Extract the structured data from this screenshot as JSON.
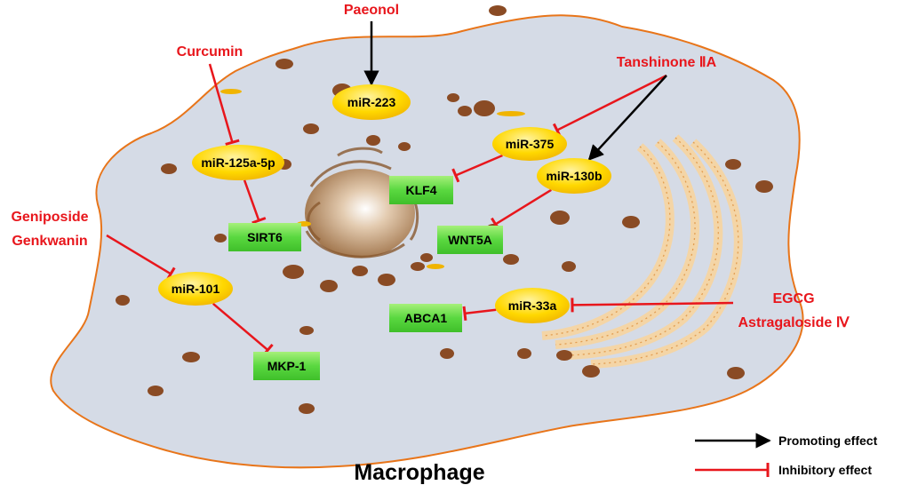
{
  "title": "Macrophage",
  "colors": {
    "cell_fill": "#d5dbe6",
    "cell_stroke": "#e8751a",
    "mirna_fill": "#ffd800",
    "gene_fill": "#53d93a",
    "inhibit": "#e8161c",
    "promote": "#000000",
    "nucleus": "#b8926b",
    "granule": "#8a4b24",
    "er": "#f3c98a"
  },
  "drugs": [
    {
      "id": "paeonol",
      "label": "Paeonol"
    },
    {
      "id": "curcumin",
      "label": "Curcumin"
    },
    {
      "id": "tanshinone",
      "label": "Tanshinone ⅡA"
    },
    {
      "id": "geniposide",
      "label": "Geniposide"
    },
    {
      "id": "genkwanin",
      "label": "Genkwanin"
    },
    {
      "id": "egcg",
      "label": "EGCG"
    },
    {
      "id": "astragaloside",
      "label": "Astragaloside Ⅳ"
    }
  ],
  "mirnas": [
    {
      "id": "mir223",
      "label": "miR-223"
    },
    {
      "id": "mir125",
      "label": "miR-125a-5p"
    },
    {
      "id": "mir375",
      "label": "miR-375"
    },
    {
      "id": "mir130b",
      "label": "miR-130b"
    },
    {
      "id": "mir101",
      "label": "miR-101"
    },
    {
      "id": "mir33a",
      "label": "miR-33a"
    }
  ],
  "genes": [
    {
      "id": "klf4",
      "label": "KLF4"
    },
    {
      "id": "sirt6",
      "label": "SIRT6"
    },
    {
      "id": "wnt5a",
      "label": "WNT5A"
    },
    {
      "id": "abca1",
      "label": "ABCA1"
    },
    {
      "id": "mkp1",
      "label": "MKP-1"
    }
  ],
  "edges": [
    {
      "from": "paeonol",
      "to": "mir223",
      "type": "promote"
    },
    {
      "from": "curcumin",
      "to": "mir125",
      "type": "inhibit"
    },
    {
      "from": "tanshinone",
      "to": "mir375",
      "type": "inhibit"
    },
    {
      "from": "tanshinone",
      "to": "mir130b",
      "type": "promote"
    },
    {
      "from": "mir375",
      "to": "klf4",
      "type": "inhibit"
    },
    {
      "from": "mir130b",
      "to": "wnt5a",
      "type": "inhibit"
    },
    {
      "from": "mir125",
      "to": "sirt6",
      "type": "inhibit"
    },
    {
      "from": "geniposide",
      "to": "mir101",
      "type": "inhibit"
    },
    {
      "from": "mir101",
      "to": "mkp1",
      "type": "inhibit"
    },
    {
      "from": "egcg",
      "to": "mir33a",
      "type": "inhibit"
    },
    {
      "from": "mir33a",
      "to": "abca1",
      "type": "inhibit"
    }
  ],
  "legend": {
    "promote": "Promoting effect",
    "inhibit": "Inhibitory effect"
  }
}
